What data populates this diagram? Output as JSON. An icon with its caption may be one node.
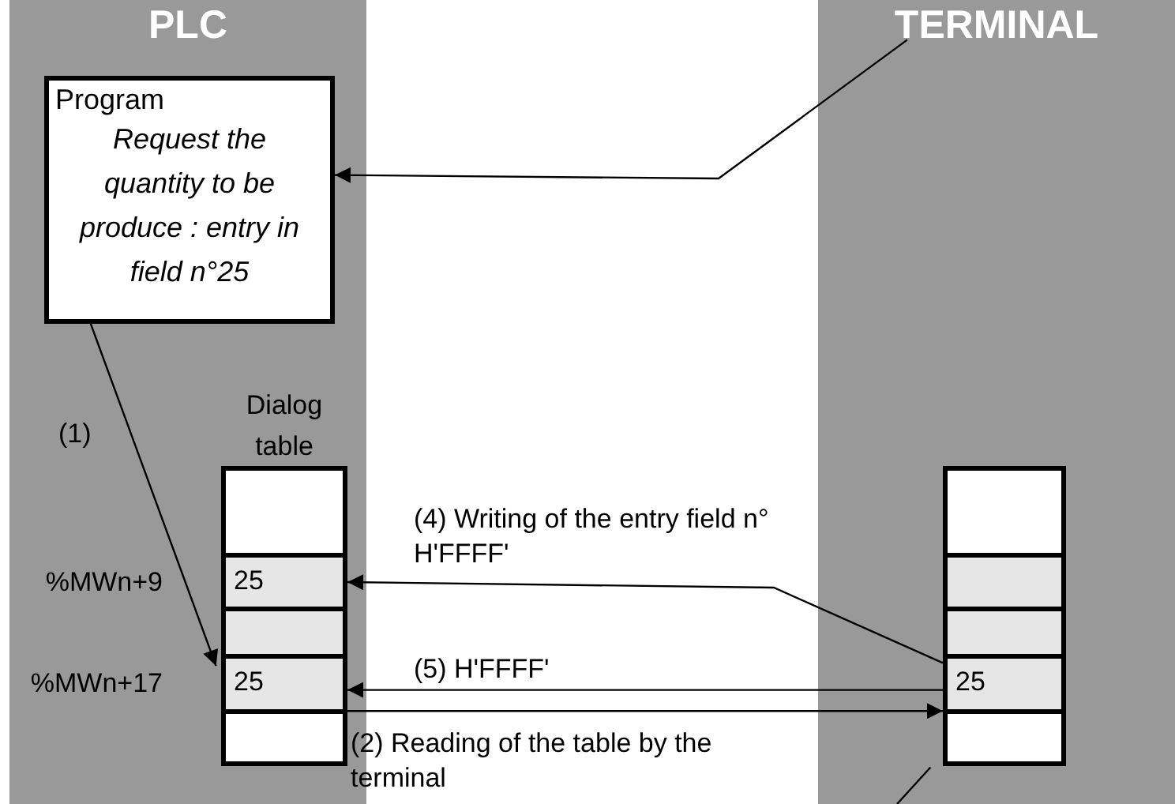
{
  "diagram": {
    "nodes": [
      {
        "text": [
          "PLC"
        ]
      },
      {
        "text": [
          "TERMINAL"
        ]
      },
      {
        "text": [
          "Program",
          "Request the quantity to be produce : entry in field n°25"
        ],
        "in": 0
      },
      {
        "text": [
          "Dialog table"
        ],
        "in": 0
      },
      {
        "text": [],
        "shape": "box",
        "in": 3
      },
      {
        "text": [
          "25"
        ],
        "in": 3,
        "beside": [
          "%MWn+9"
        ]
      },
      {
        "text": [],
        "shape": "box",
        "in": 3
      },
      {
        "text": [
          "25"
        ],
        "in": 3,
        "beside": [
          "%MWn+17"
        ]
      },
      {
        "text": [],
        "shape": "box",
        "in": 3
      },
      {
        "text": [],
        "shape": "box",
        "in": 1
      },
      {
        "text": [],
        "shape": "box",
        "in": 9
      },
      {
        "text": [],
        "shape": "box",
        "in": 9
      },
      {
        "text": [],
        "shape": "box",
        "in": 9
      },
      {
        "text": [
          "25"
        ],
        "in": 9
      },
      {
        "text": [],
        "shape": "box",
        "in": 9
      }
    ],
    "edges": [
      {
        "from": 1,
        "to": 2,
        "arrow": "to"
      },
      {
        "from": 2,
        "to": 7,
        "arrow": "to",
        "label": "(1)"
      },
      {
        "from": 13,
        "to": 5,
        "arrow": "to",
        "label": "(4) Writing of the entry field n° H'FFFF'"
      },
      {
        "from": 13,
        "to": 7,
        "arrow": "to",
        "label": "(5) H'FFFF'"
      },
      {
        "from": 7,
        "to": 13,
        "arrow": "to",
        "label": "(2) Reading of the table by the terminal"
      },
      {
        "from": 9,
        "to": null,
        "arrow": "none"
      }
    ]
  }
}
